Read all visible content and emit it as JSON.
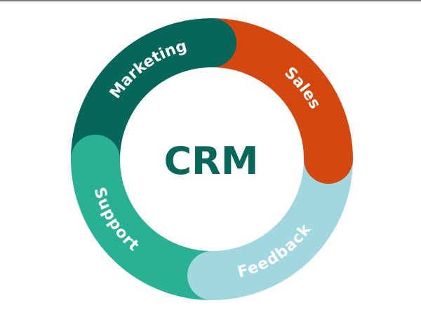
{
  "center": {
    "title": "CRM",
    "color": "#07675b"
  },
  "segments": [
    {
      "label": "Marketing",
      "color": "#05665a"
    },
    {
      "label": "Sales",
      "color": "#d4480f"
    },
    {
      "label": "Feedback",
      "color": "#a1d8e0"
    },
    {
      "label": "Support",
      "color": "#29b193"
    }
  ]
}
